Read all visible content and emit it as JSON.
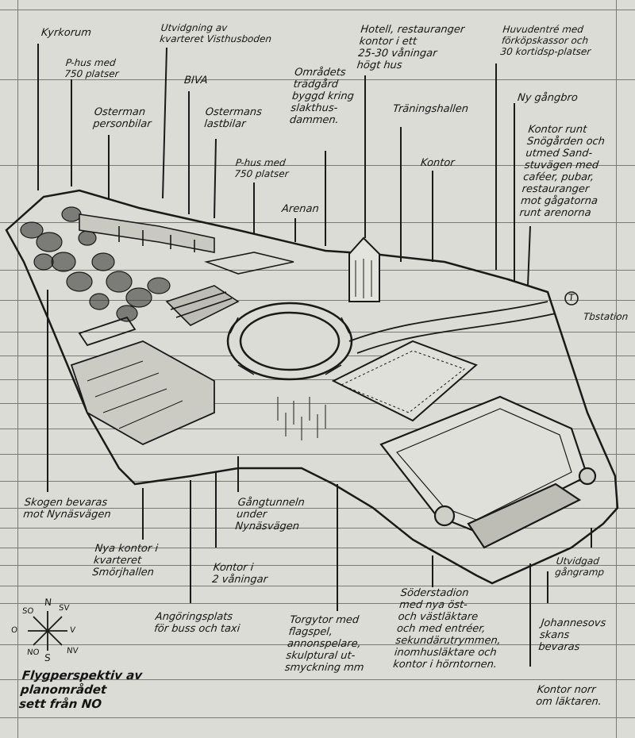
{
  "labels": {
    "kyrk": "Kyrkorum",
    "p_hus_1": "P-hus med\n750 platser",
    "osterman_p": "Osterman\npersonbilar",
    "utvidgning": "Utvidgning av\nkvarteret Visthusboden",
    "biva": "BIVA",
    "osterman_l": "Ostermans\nlastbilar",
    "p_hus_2": "P-hus med\n750 platser",
    "tradgard": "Områdets\nträdgård\nbyggd kring\nslakthus-\ndammen.",
    "hotell": "Hotell, restauranger\nkontor i ett\n25-30 våningar\nhögt hus",
    "traning": "Träningshallen",
    "kontor": "Kontor",
    "arenan": "Arenan",
    "huvudentre": "Huvudentré med\nförköpskassor och\n30 kortidsp-platser",
    "gangbro": "Ny gångbro",
    "kontor_runt": "Kontor runt\nSnögården och\nutmed Sand-\nstuvägen med\ncaféer, pubar,\nrestauranger\nmot gågatorna\nrunt arenorna",
    "tstation": "T",
    "tstation_text": "Tbstation",
    "skogen": "Skogen bevaras\nmot Nynäsvägen",
    "nya_kontor": "Nya kontor i\nkvarteret\nSmörjhallen",
    "kontor_2": "Kontor i\n2 våningar",
    "gangtunnel": "Gångtunneln\nunder\nNynäsvägen",
    "angoring": "Angöringsplats\nför buss och taxi",
    "torgytor": "Torgytor med\nflagspel,\nannonspelare,\nskulptural ut-\nsmyckning mm",
    "soderstadion": "Söderstadion\nmed nya öst-\noch västläktare\noch med entréer,\nsekundärutrymmen,\ninomhusläktare och\nkontor i hörntornen.",
    "utvidgad": "Utvidgad\ngångramp",
    "johannes": "Johannesovs\nskans\nbevaras",
    "kontor_norr": "Kontor norr\nom läktaren.",
    "flyg": "Flygperspektiv av\nplanområdet\nsett från NO"
  },
  "compass": {
    "n": "N",
    "s": "S",
    "sv": "SV",
    "v": "V",
    "nv": "NV",
    "so": "SO",
    "no": "NO",
    "o": "O"
  }
}
